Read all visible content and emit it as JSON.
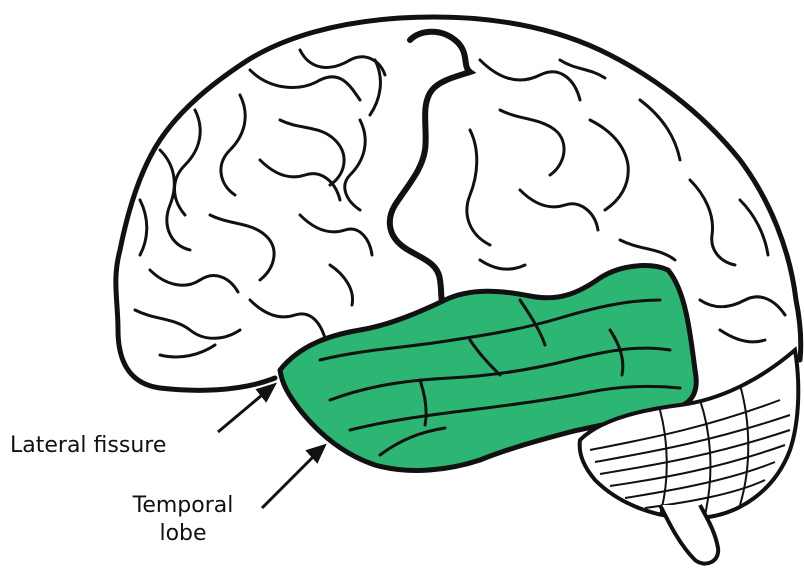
{
  "labels": {
    "lateral_fissure": "Lateral fissure",
    "temporal_line1": "Temporal",
    "temporal_line2": "lobe"
  },
  "colors": {
    "outline": "#111111",
    "temporal_lobe_fill": "#2db574",
    "background": "#ffffff"
  }
}
